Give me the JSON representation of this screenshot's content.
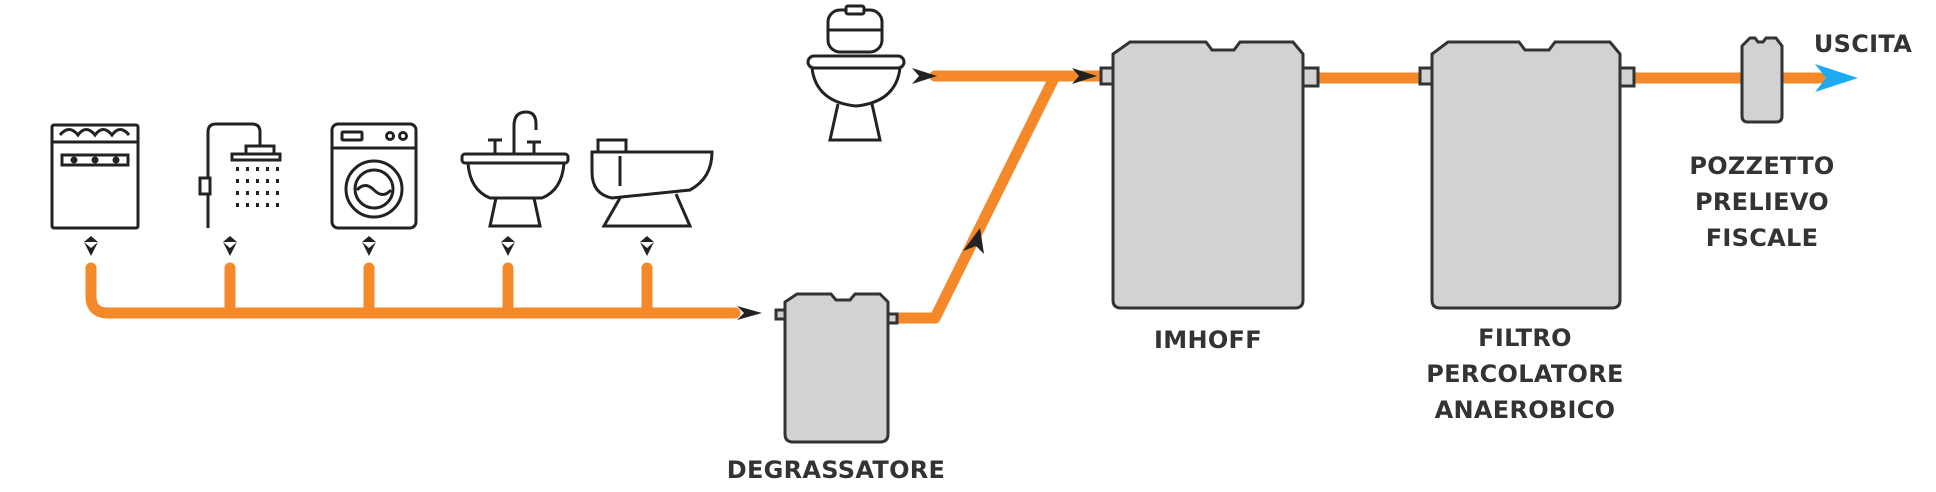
{
  "labels": {
    "degrassatore": "DEGRASSATORE",
    "imhoff": "IMHOFF",
    "filtro": [
      "FILTRO",
      "PERCOLATORE",
      "ANAEROBICO"
    ],
    "pozzetto": [
      "POZZETTO",
      "PRELIEVO",
      "FISCALE"
    ],
    "uscita": "USCITA"
  },
  "icons": [
    "dishwasher-icon",
    "shower-icon",
    "washing-machine-icon",
    "sink-icon",
    "bidet-icon",
    "toilet-icon"
  ],
  "colors": {
    "pipe": "#f5892a",
    "tank_fill": "#d1d2d4",
    "outline": "#333333",
    "outlet_arrow": "#1eaaf1"
  }
}
